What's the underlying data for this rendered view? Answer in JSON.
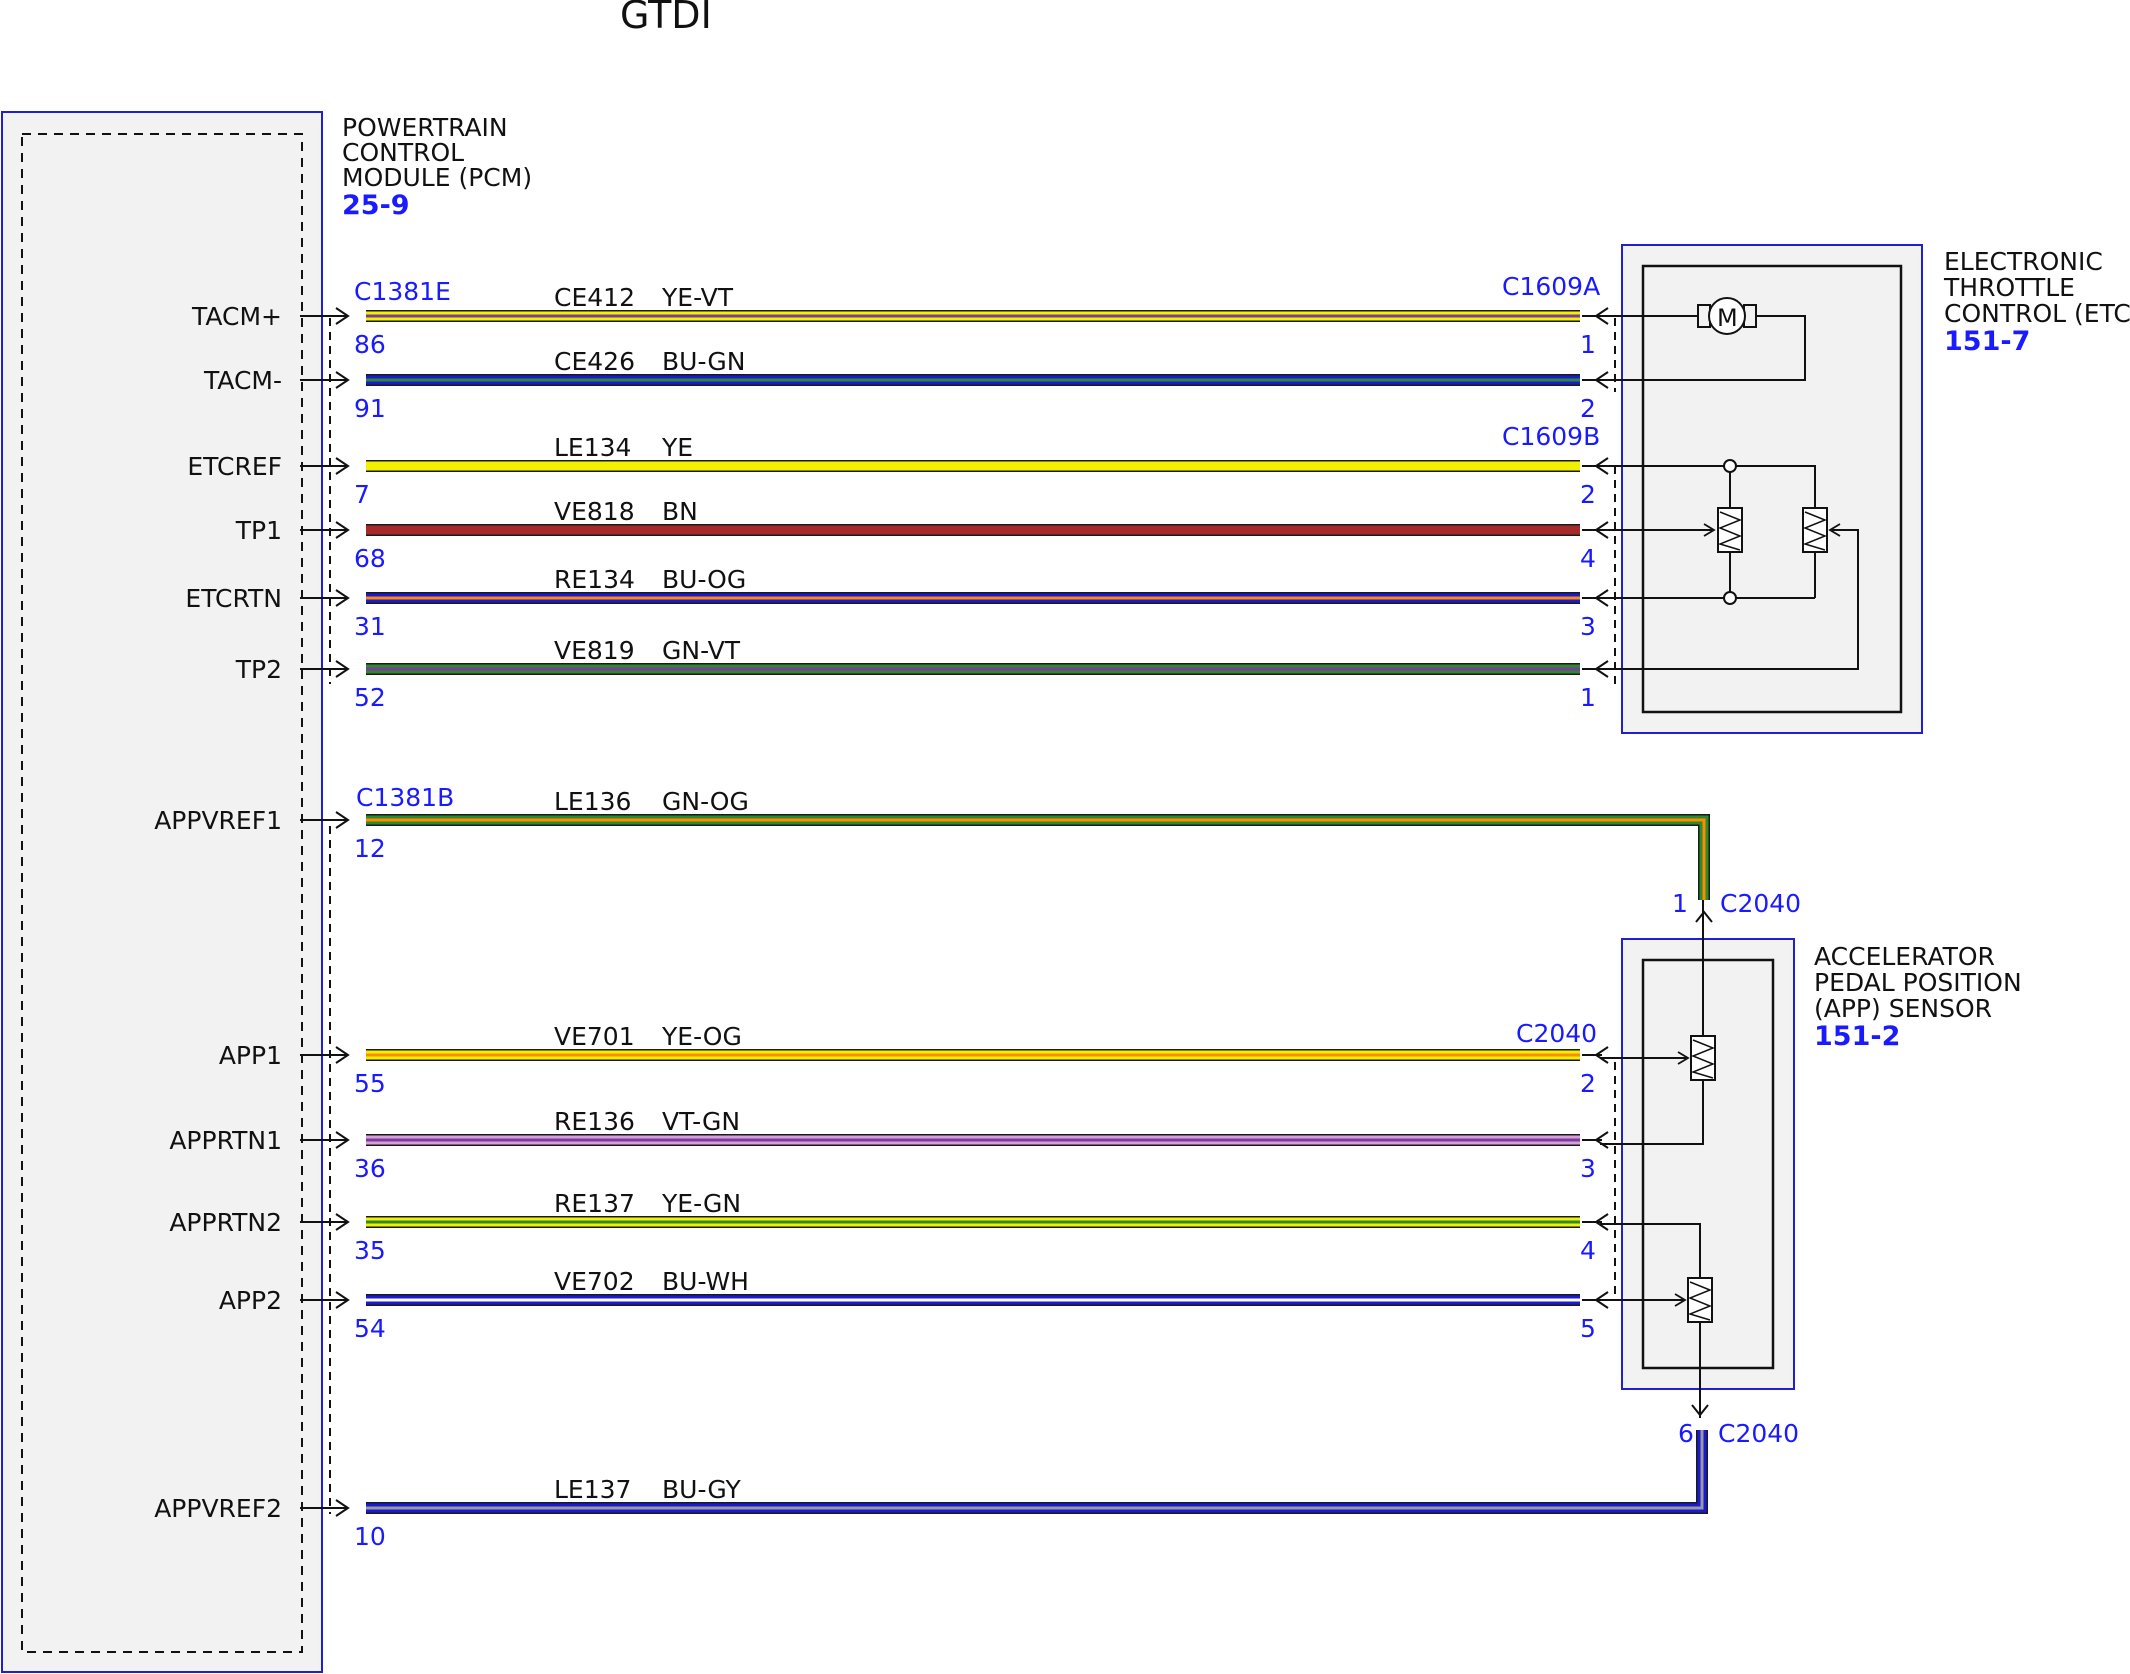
{
  "title": "GTDI",
  "colors": {
    "module_border": "#2020d0",
    "module_fill": "#f2f2f2",
    "text_blue": "#1a1aff",
    "wire": {
      "YE": "#f2f200",
      "VT": "#7a3aa0",
      "BU": "#1a1ad6",
      "GN": "#2e8a2e",
      "BN": "#a52a2a",
      "OG": "#ff8c00",
      "WH": "#ffffff",
      "GY": "#9a9a9a",
      "VT_LIGHT": "#d8a0d8"
    }
  },
  "pcm": {
    "name_lines": [
      "POWERTRAIN",
      "CONTROL",
      "MODULE (PCM)"
    ],
    "ref": "25-9",
    "connectors": [
      "C1381E",
      "C1381B"
    ]
  },
  "etc": {
    "name_lines": [
      "ELECTRONIC",
      "THROTTLE",
      "CONTROL (ETC)"
    ],
    "ref": "151-7",
    "connectors": [
      "C1609A",
      "C1609B"
    ],
    "motor_label": "M"
  },
  "app": {
    "name_lines": [
      "ACCELERATOR",
      "PEDAL POSITION",
      "(APP) SENSOR"
    ],
    "ref": "151-2",
    "connectors": [
      "C2040",
      "C2040",
      "C2040"
    ]
  },
  "wires": [
    {
      "signal": "TACM+",
      "pcm_pin": "86",
      "circuit": "CE412",
      "color": "YE-VT",
      "far_pin": "1"
    },
    {
      "signal": "TACM-",
      "pcm_pin": "91",
      "circuit": "CE426",
      "color": "BU-GN",
      "far_pin": "2"
    },
    {
      "signal": "ETCREF",
      "pcm_pin": "7",
      "circuit": "LE134",
      "color": "YE",
      "far_pin": "2"
    },
    {
      "signal": "TP1",
      "pcm_pin": "68",
      "circuit": "VE818",
      "color": "BN",
      "far_pin": "4"
    },
    {
      "signal": "ETCRTN",
      "pcm_pin": "31",
      "circuit": "RE134",
      "color": "BU-OG",
      "far_pin": "3"
    },
    {
      "signal": "TP2",
      "pcm_pin": "52",
      "circuit": "VE819",
      "color": "GN-VT",
      "far_pin": "1"
    },
    {
      "signal": "APPVREF1",
      "pcm_pin": "12",
      "circuit": "LE136",
      "color": "GN-OG",
      "far_pin": "1"
    },
    {
      "signal": "APP1",
      "pcm_pin": "55",
      "circuit": "VE701",
      "color": "YE-OG",
      "far_pin": "2"
    },
    {
      "signal": "APPRTN1",
      "pcm_pin": "36",
      "circuit": "RE136",
      "color": "VT-GN",
      "far_pin": "3"
    },
    {
      "signal": "APPRTN2",
      "pcm_pin": "35",
      "circuit": "RE137",
      "color": "YE-GN",
      "far_pin": "4"
    },
    {
      "signal": "APP2",
      "pcm_pin": "54",
      "circuit": "VE702",
      "color": "BU-WH",
      "far_pin": "5"
    },
    {
      "signal": "APPVREF2",
      "pcm_pin": "10",
      "circuit": "LE137",
      "color": "BU-GY",
      "far_pin": "6"
    }
  ]
}
